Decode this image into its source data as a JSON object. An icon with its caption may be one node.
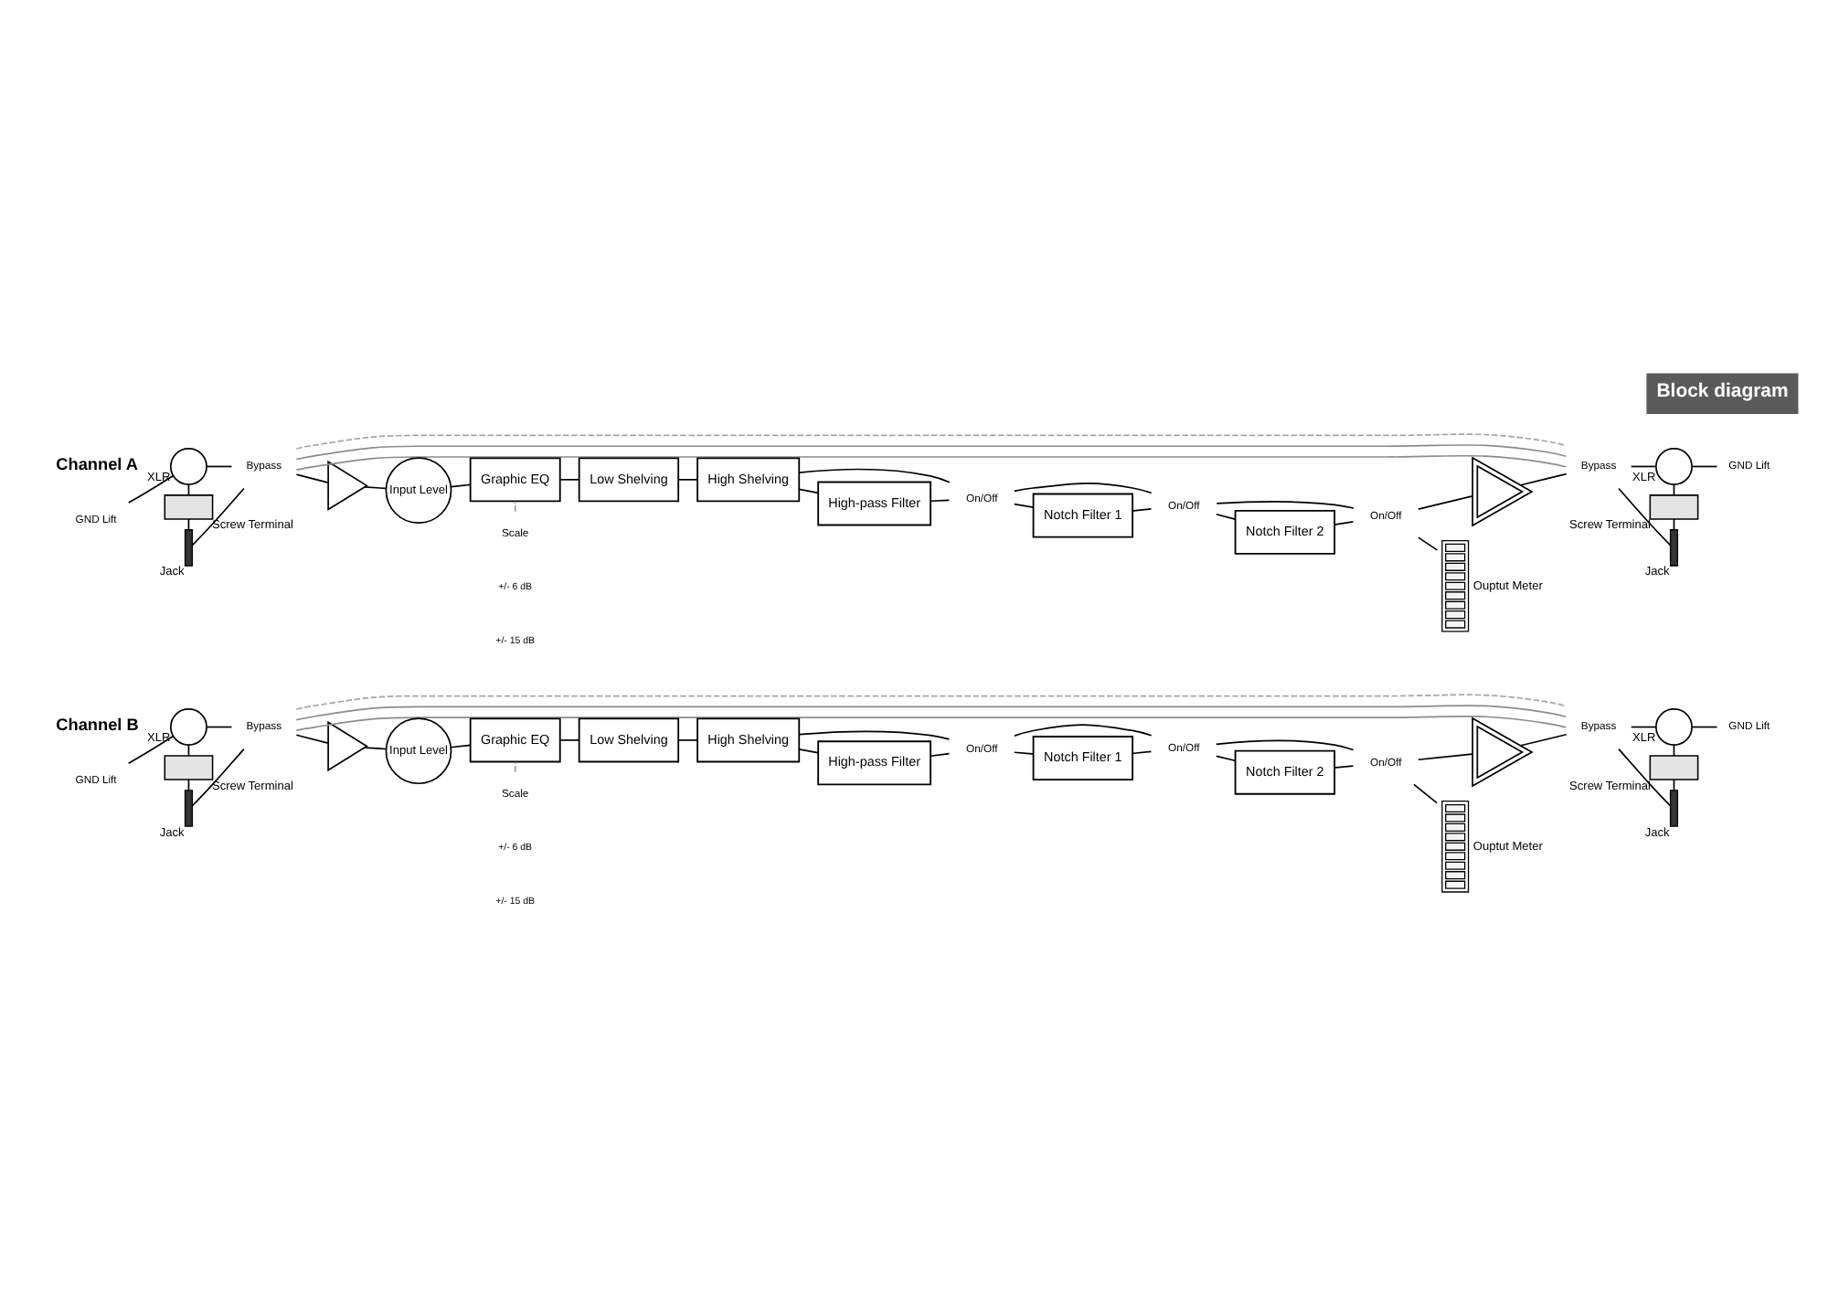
{
  "diagram": {
    "title": "Block diagram",
    "nodes": [
      {
        "text": [],
        "shape": "circle",
        "beside": [
          "XLR"
        ]
      },
      {
        "text": [
          "GND Lift"
        ]
      },
      {
        "text": [],
        "shape": "box",
        "beside": [
          "Screw Terminal"
        ]
      },
      {
        "text": [],
        "shape": "bar",
        "beside": [
          "Jack"
        ]
      },
      {
        "text": [
          "Bypass"
        ]
      },
      {
        "text": [],
        "shape": "triangle"
      },
      {
        "text": [
          "Input Level"
        ]
      },
      {
        "text": [
          "Graphic EQ"
        ]
      },
      {
        "text": [
          "Scale"
        ]
      },
      {
        "text": [
          "Low Shelving"
        ]
      },
      {
        "text": [
          "High Shelving"
        ]
      },
      {
        "text": [
          "High-pass Filter"
        ]
      },
      {
        "text": [
          "On/Off"
        ]
      },
      {
        "text": [
          "Notch Filter 1"
        ]
      },
      {
        "text": [
          "On/Off"
        ]
      },
      {
        "text": [
          "Notch Filter 2"
        ]
      },
      {
        "text": [
          "On/Off"
        ]
      },
      {
        "text": [],
        "shape": "triangle"
      },
      {
        "text": [],
        "shape": "bar",
        "beside": [
          "Ouptut Meter"
        ]
      },
      {
        "text": [
          "Bypass"
        ]
      },
      {
        "text": [],
        "shape": "circle",
        "beside": [
          "XLR"
        ]
      },
      {
        "text": [
          "GND Lift"
        ]
      },
      {
        "text": [],
        "shape": "box",
        "beside": [
          "Screw Terminal"
        ]
      },
      {
        "text": [],
        "shape": "bar",
        "beside": [
          "Jack"
        ]
      },
      {
        "text": [],
        "shape": "circle",
        "beside": [
          "XLR"
        ]
      },
      {
        "text": [
          "GND Lift"
        ]
      },
      {
        "text": [],
        "shape": "box",
        "beside": [
          "Screw Terminal"
        ]
      },
      {
        "text": [],
        "shape": "bar",
        "beside": [
          "Jack"
        ]
      },
      {
        "text": [
          "Bypass"
        ]
      },
      {
        "text": [],
        "shape": "triangle"
      },
      {
        "text": [
          "Input Level"
        ]
      },
      {
        "text": [
          "Graphic EQ"
        ]
      },
      {
        "text": [
          "Scale"
        ]
      },
      {
        "text": [
          "Low Shelving"
        ]
      },
      {
        "text": [
          "High Shelving"
        ]
      },
      {
        "text": [
          "High-pass Filter"
        ]
      },
      {
        "text": [
          "On/Off"
        ]
      },
      {
        "text": [
          "Notch Filter 1"
        ]
      },
      {
        "text": [
          "On/Off"
        ]
      },
      {
        "text": [
          "Notch Filter 2"
        ]
      },
      {
        "text": [
          "On/Off"
        ]
      },
      {
        "text": [],
        "shape": "triangle"
      },
      {
        "text": [],
        "shape": "bar",
        "beside": [
          "Ouptut Meter"
        ]
      },
      {
        "text": [
          "Bypass"
        ]
      },
      {
        "text": [],
        "shape": "circle",
        "beside": [
          "XLR"
        ]
      },
      {
        "text": [
          "GND Lift"
        ]
      },
      {
        "text": [],
        "shape": "box",
        "beside": [
          "Screw Terminal"
        ]
      },
      {
        "text": [],
        "shape": "bar",
        "beside": [
          "Jack"
        ]
      }
    ],
    "edges": [
      {
        "from": 1,
        "to": 0,
        "arrow": "none"
      },
      {
        "from": 0,
        "to": 2,
        "arrow": "none"
      },
      {
        "from": 2,
        "to": 3,
        "arrow": "none"
      },
      {
        "from": 0,
        "to": 4,
        "arrow": "none"
      },
      {
        "from": 3,
        "to": 4,
        "arrow": "none"
      },
      {
        "from": 4,
        "to": 5,
        "arrow": "none"
      },
      {
        "from": 5,
        "to": 6,
        "arrow": "none"
      },
      {
        "from": 6,
        "to": 7,
        "arrow": "none"
      },
      {
        "from": 7,
        "to": 8,
        "arrow": "none",
        "style": "dashed",
        "color": "#999999"
      },
      {
        "from": 7,
        "to": 9,
        "arrow": "none"
      },
      {
        "from": 9,
        "to": 10,
        "arrow": "none"
      },
      {
        "from": 10,
        "to": 11,
        "arrow": "none"
      },
      {
        "from": 11,
        "to": 12,
        "arrow": "none"
      },
      {
        "from": 10,
        "to": 12,
        "arrow": "none"
      },
      {
        "from": 12,
        "to": 13,
        "arrow": "none"
      },
      {
        "from": 13,
        "to": 14,
        "arrow": "none"
      },
      {
        "from": 12,
        "to": 14,
        "arrow": "none"
      },
      {
        "from": 14,
        "to": 15,
        "arrow": "none"
      },
      {
        "from": 15,
        "to": 16,
        "arrow": "none"
      },
      {
        "from": 14,
        "to": 16,
        "arrow": "none"
      },
      {
        "from": 16,
        "to": 17,
        "arrow": "none"
      },
      {
        "from": 16,
        "to": 18,
        "arrow": "none"
      },
      {
        "from": 17,
        "to": 19,
        "arrow": "none"
      },
      {
        "from": 4,
        "to": 19,
        "arrow": "none",
        "color": "#8c8c8c"
      },
      {
        "from": 4,
        "to": 19,
        "arrow": "none",
        "color": "#8c8c8c"
      },
      {
        "from": 4,
        "to": 19,
        "arrow": "none",
        "style": "dashed",
        "color": "#a6a6a6"
      },
      {
        "from": 19,
        "to": 20,
        "arrow": "none"
      },
      {
        "from": 21,
        "to": 20,
        "arrow": "none"
      },
      {
        "from": 20,
        "to": 22,
        "arrow": "none"
      },
      {
        "from": 22,
        "to": 23,
        "arrow": "none"
      },
      {
        "from": 23,
        "to": 19,
        "arrow": "none"
      },
      {
        "from": 25,
        "to": 24,
        "arrow": "none"
      },
      {
        "from": 24,
        "to": 26,
        "arrow": "none"
      },
      {
        "from": 26,
        "to": 27,
        "arrow": "none"
      },
      {
        "from": 24,
        "to": 28,
        "arrow": "none"
      },
      {
        "from": 27,
        "to": 28,
        "arrow": "none"
      },
      {
        "from": 28,
        "to": 29,
        "arrow": "none"
      },
      {
        "from": 29,
        "to": 30,
        "arrow": "none"
      },
      {
        "from": 30,
        "to": 31,
        "arrow": "none"
      },
      {
        "from": 31,
        "to": 32,
        "arrow": "none",
        "style": "dashed",
        "color": "#999999"
      },
      {
        "from": 31,
        "to": 33,
        "arrow": "none"
      },
      {
        "from": 33,
        "to": 34,
        "arrow": "none"
      },
      {
        "from": 34,
        "to": 35,
        "arrow": "none"
      },
      {
        "from": 35,
        "to": 36,
        "arrow": "none"
      },
      {
        "from": 34,
        "to": 36,
        "arrow": "none"
      },
      {
        "from": 36,
        "to": 37,
        "arrow": "none"
      },
      {
        "from": 37,
        "to": 38,
        "arrow": "none"
      },
      {
        "from": 36,
        "to": 38,
        "arrow": "none"
      },
      {
        "from": 38,
        "to": 39,
        "arrow": "none"
      },
      {
        "from": 39,
        "to": 40,
        "arrow": "none"
      },
      {
        "from": 38,
        "to": 40,
        "arrow": "none"
      },
      {
        "from": 40,
        "to": 41,
        "arrow": "none"
      },
      {
        "from": 40,
        "to": 42,
        "arrow": "none"
      },
      {
        "from": 41,
        "to": 43,
        "arrow": "none"
      },
      {
        "from": 28,
        "to": 43,
        "arrow": "none",
        "color": "#8c8c8c"
      },
      {
        "from": 28,
        "to": 43,
        "arrow": "none",
        "color": "#8c8c8c"
      },
      {
        "from": 28,
        "to": 43,
        "arrow": "none",
        "style": "dashed",
        "color": "#a6a6a6"
      },
      {
        "from": 43,
        "to": 44,
        "arrow": "none"
      },
      {
        "from": 45,
        "to": 44,
        "arrow": "none"
      },
      {
        "from": 44,
        "to": 46,
        "arrow": "none"
      },
      {
        "from": 46,
        "to": 47,
        "arrow": "none"
      },
      {
        "from": 47,
        "to": 43,
        "arrow": "none"
      }
    ],
    "labels": [
      "Channel A",
      "+/- 6 dB",
      "+/- 15 dB",
      "Channel B",
      "+/- 6 dB",
      "+/- 15 dB"
    ]
  }
}
